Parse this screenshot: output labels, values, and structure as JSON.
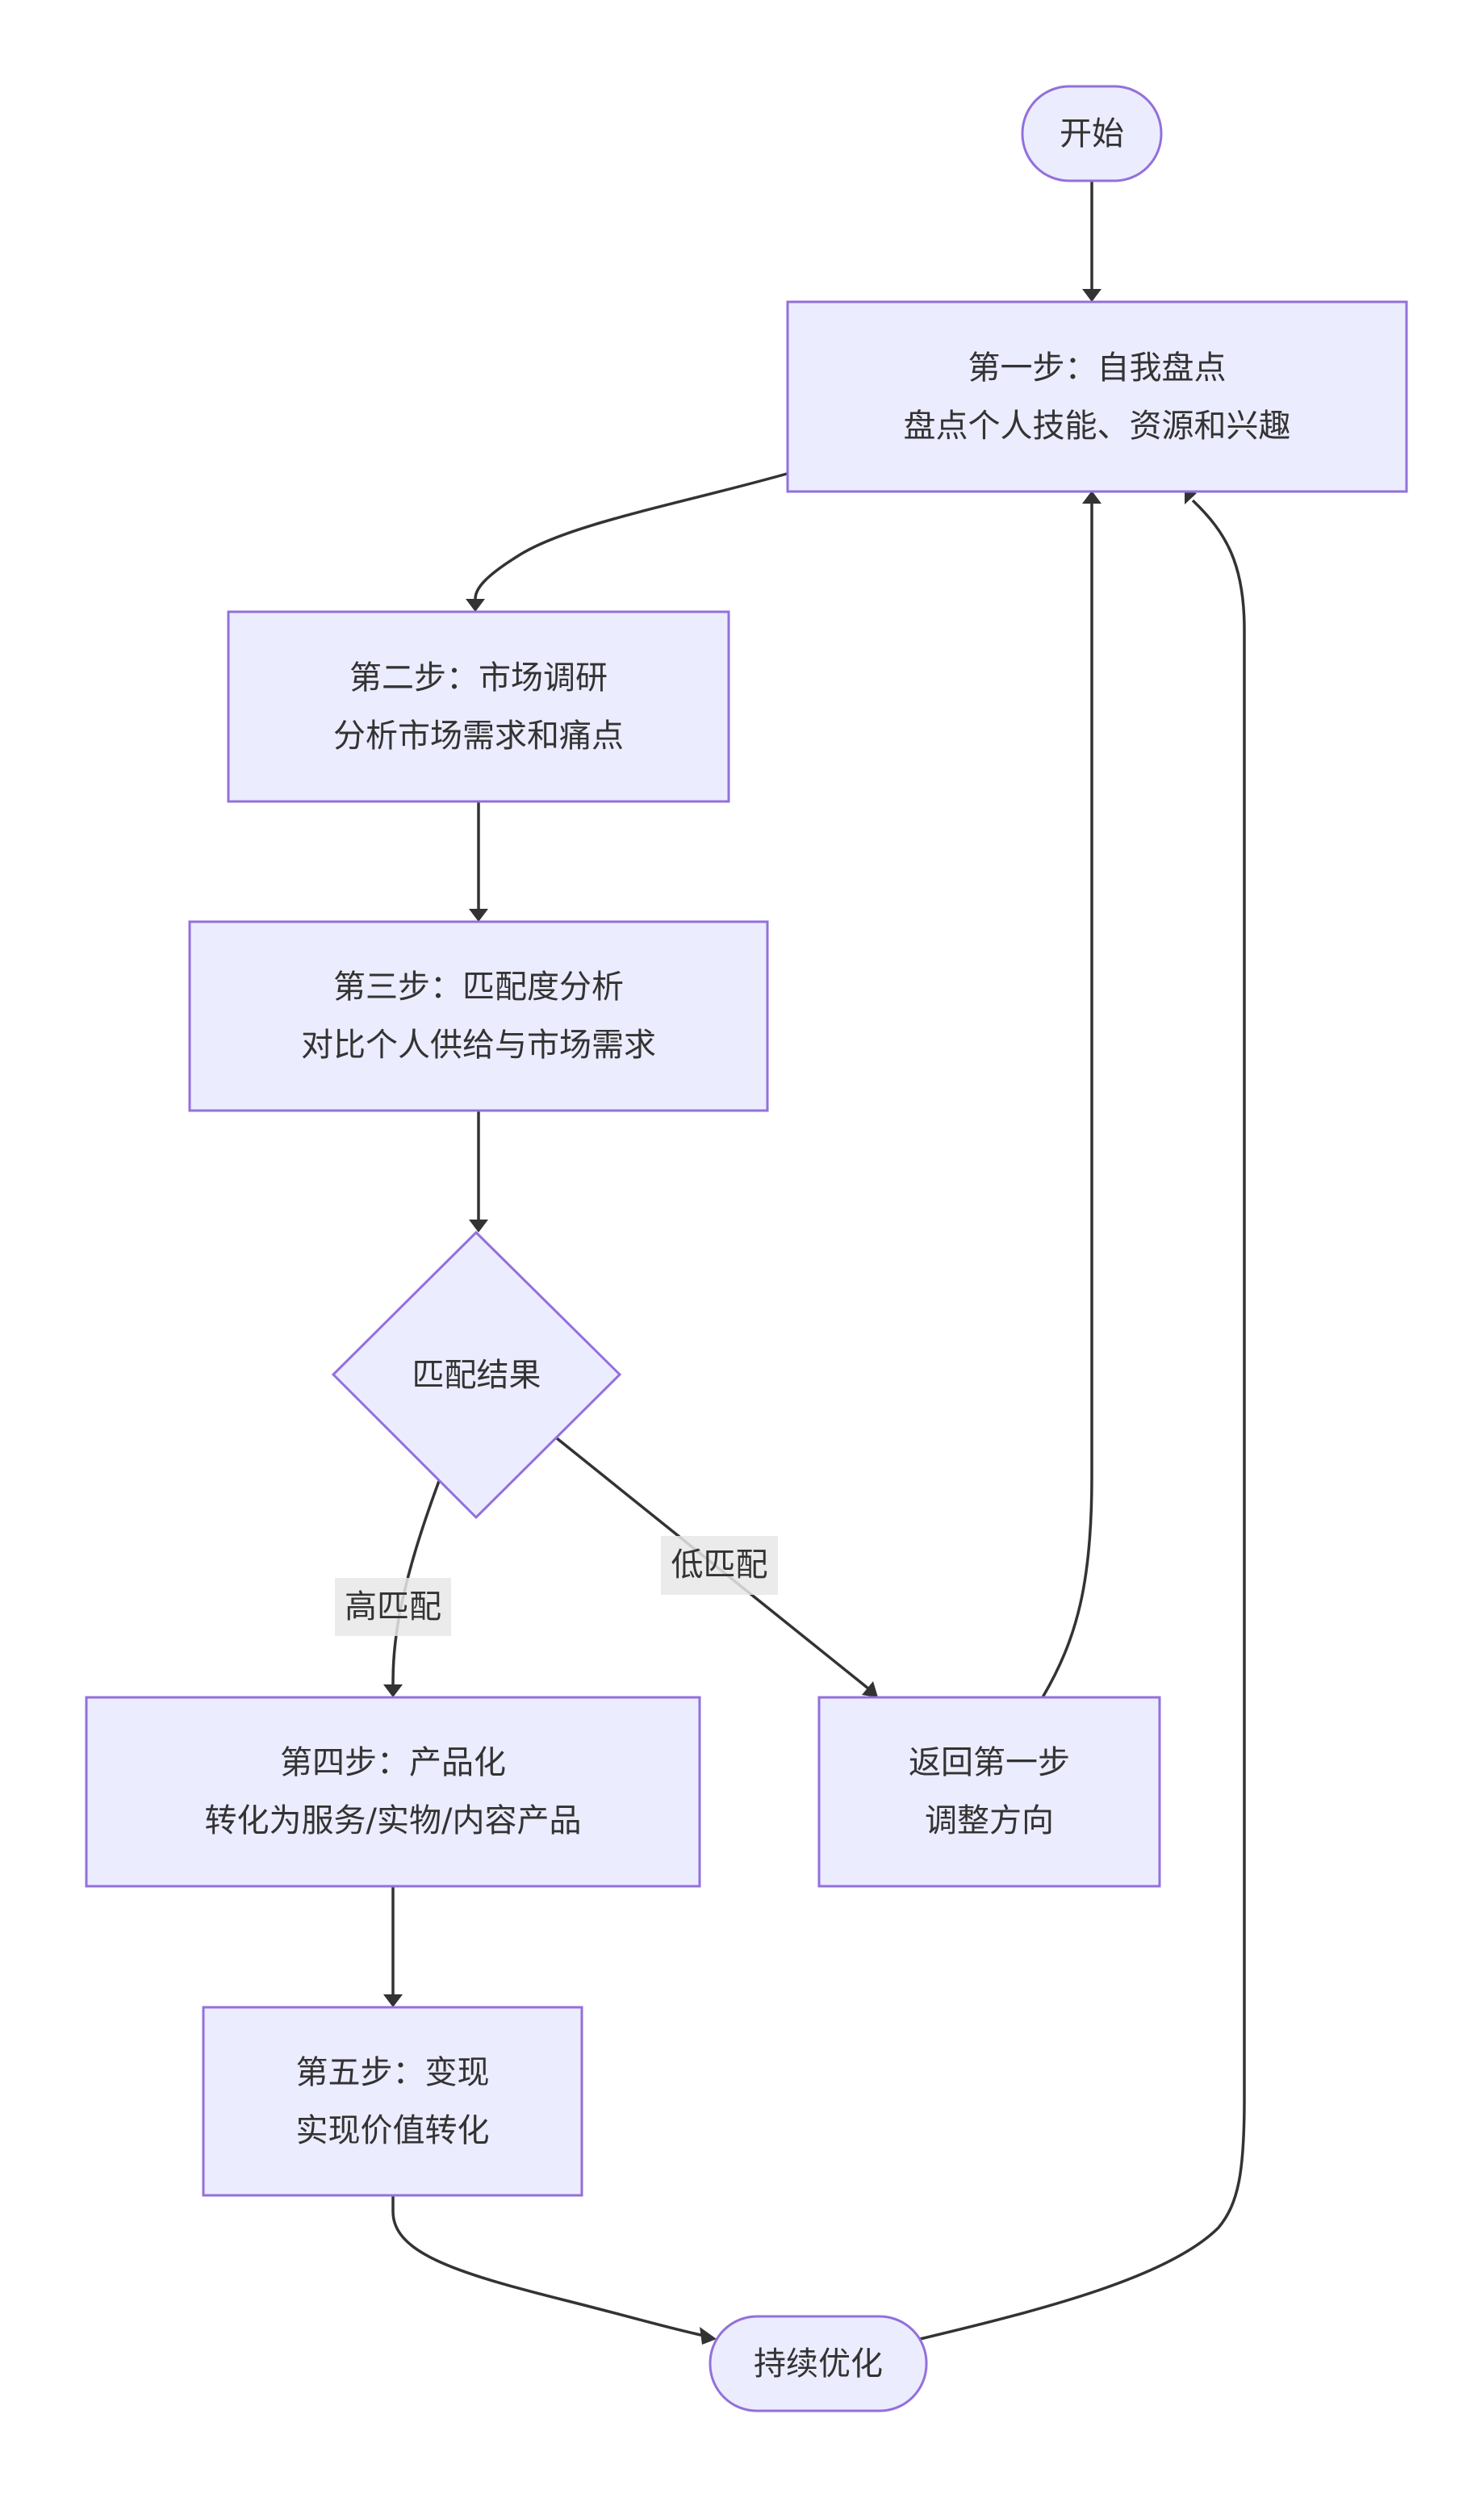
{
  "diagram": {
    "type": "flowchart",
    "colors": {
      "node_fill": "#ECECFF",
      "node_stroke": "#9370DB",
      "edge": "#333333",
      "text": "#333333",
      "edge_label_bg": "#E8E8E8"
    },
    "nodes": {
      "start": {
        "shape": "stadium",
        "lines": [
          "开始"
        ]
      },
      "step1": {
        "shape": "rect",
        "lines": [
          "第一步：自我盘点",
          "盘点个人技能、资源和兴趣"
        ]
      },
      "step2": {
        "shape": "rect",
        "lines": [
          "第二步：市场调研",
          "分析市场需求和痛点"
        ]
      },
      "step3": {
        "shape": "rect",
        "lines": [
          "第三步：匹配度分析",
          "对比个人供给与市场需求"
        ]
      },
      "decision": {
        "shape": "diamond",
        "lines": [
          "匹配结果"
        ]
      },
      "step4": {
        "shape": "rect",
        "lines": [
          "第四步：产品化",
          "转化为服务/实物/内容产品"
        ]
      },
      "back": {
        "shape": "rect",
        "lines": [
          "返回第一步",
          "调整方向"
        ]
      },
      "step5": {
        "shape": "rect",
        "lines": [
          "第五步：变现",
          "实现价值转化"
        ]
      },
      "optimize": {
        "shape": "stadium",
        "lines": [
          "持续优化"
        ]
      }
    },
    "edges": [
      {
        "from": "start",
        "to": "step1",
        "label": ""
      },
      {
        "from": "step1",
        "to": "step2",
        "label": ""
      },
      {
        "from": "step2",
        "to": "step3",
        "label": ""
      },
      {
        "from": "step3",
        "to": "decision",
        "label": ""
      },
      {
        "from": "decision",
        "to": "step4",
        "label": "高匹配"
      },
      {
        "from": "decision",
        "to": "back",
        "label": "低匹配"
      },
      {
        "from": "back",
        "to": "step1",
        "label": ""
      },
      {
        "from": "step4",
        "to": "step5",
        "label": ""
      },
      {
        "from": "step5",
        "to": "optimize",
        "label": ""
      },
      {
        "from": "optimize",
        "to": "step1",
        "label": ""
      }
    ]
  }
}
